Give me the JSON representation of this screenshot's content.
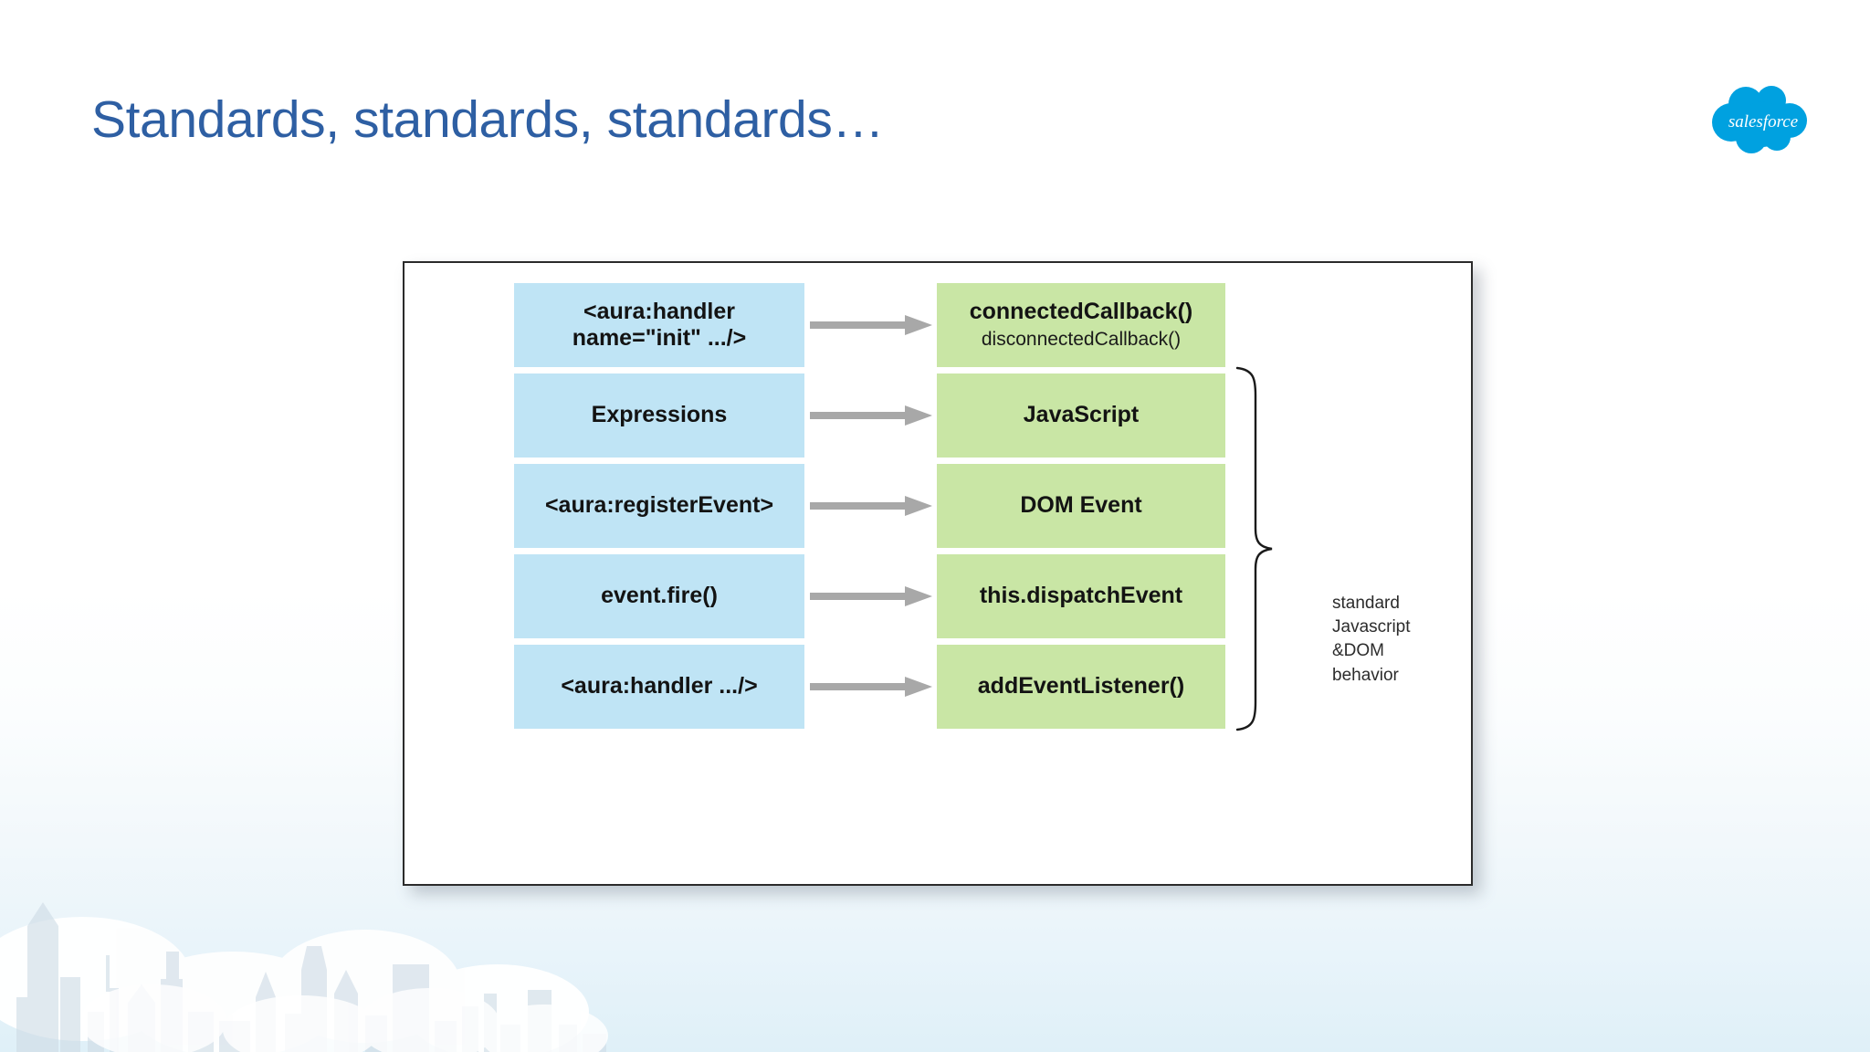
{
  "slide": {
    "title": "Standards, standards, standards…",
    "title_color": "#2e5fa3",
    "background_colors": {
      "top": "#ffffff",
      "bottom": "#dff0f8"
    }
  },
  "logo": {
    "name": "salesforce-logo",
    "wordmark": "salesforce",
    "color": "#00a1e0"
  },
  "diagram": {
    "colors": {
      "source_box": "#bfe4f5",
      "target_box": "#c9e6a5",
      "arrow": "#a8a8a8",
      "frame_border": "#2b2b2b",
      "text": "#131313"
    },
    "rows": [
      {
        "source": "<aura:handler name=\"init\" .../>",
        "source_line1": "<aura:handler",
        "source_line2": "name=\"init\" .../>",
        "target": "connectedCallback()",
        "target_sub": "disconnectedCallback()"
      },
      {
        "source": "Expressions",
        "source_line1": "Expressions",
        "source_line2": "",
        "target": "JavaScript",
        "target_sub": ""
      },
      {
        "source": "<aura:registerEvent>",
        "source_line1": "<aura:registerEvent>",
        "source_line2": "",
        "target": "DOM Event",
        "target_sub": ""
      },
      {
        "source": "event.fire()",
        "source_line1": "event.fire()",
        "source_line2": "",
        "target": "this.dispatchEvent",
        "target_sub": ""
      },
      {
        "source": "<aura:handler .../>",
        "source_line1": "<aura:handler .../>",
        "source_line2": "",
        "target": "addEventListener()",
        "target_sub": ""
      }
    ],
    "annotation": {
      "line1": "standard",
      "line2": "Javascript",
      "line3": "&DOM",
      "line4": "behavior"
    }
  }
}
